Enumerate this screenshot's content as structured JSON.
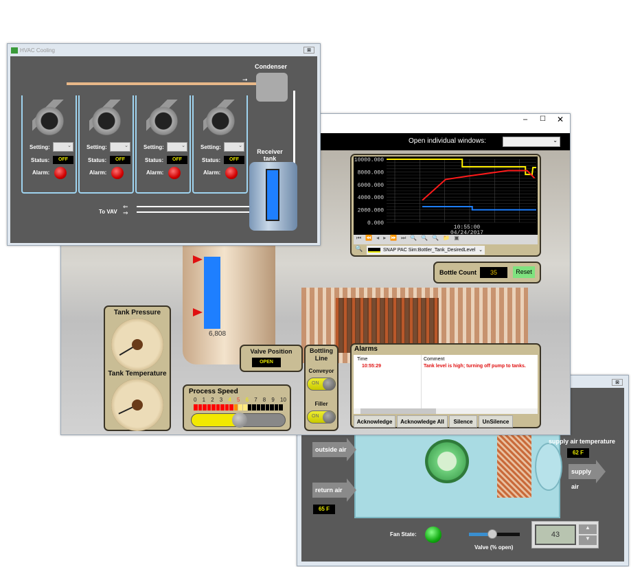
{
  "hvac_cooling": {
    "title": "HVAC Cooling",
    "condenser_label": "Condenser",
    "receiver_label": "Receiver tank",
    "to_vav_label": "To VAV",
    "compressors": [
      {
        "setting_label": "Setting:",
        "status_label": "Status:",
        "status": "OFF",
        "alarm_label": "Alarm:"
      },
      {
        "setting_label": "Setting:",
        "status_label": "Status:",
        "status": "OFF",
        "alarm_label": "Alarm:"
      },
      {
        "setting_label": "Setting:",
        "status_label": "Status:",
        "status": "OFF",
        "alarm_label": "Alarm:"
      },
      {
        "setting_label": "Setting:",
        "status_label": "Status:",
        "status": "OFF",
        "alarm_label": "Alarm:"
      }
    ],
    "receiver_level_fraction": 0.85
  },
  "bottling": {
    "open_windows_label": "Open individual windows:",
    "tank_value": "6,808",
    "tank_level_fraction": 0.85,
    "tank_pressure_label": "Tank Pressure",
    "tank_temperature_label": "Tank Temperature",
    "gauge_ticks": [
      "0",
      "10",
      "20",
      "30",
      "40",
      "50",
      "60",
      "70",
      "80",
      "90",
      "100"
    ],
    "tank_pressure_value": 22,
    "tank_temperature_value": 24,
    "valve_position_label": "Valve Position",
    "valve_position": "OPEN",
    "process_speed_label": "Process Speed",
    "process_speed_ticks": [
      "0",
      "1",
      "2",
      "3",
      "4",
      "5",
      "6",
      "7",
      "8",
      "9",
      "10"
    ],
    "process_speed_value": 5.5,
    "bottling_line_label": "Bottling Line",
    "conveyor_label": "Conveyor",
    "filler_label": "Filler",
    "toggle_on": "ON",
    "bottle_count_label": "Bottle Count",
    "bottle_count": "35",
    "reset_label": "Reset",
    "trend_pen": "SNAP PAC Sim:Bottler_Tank_DesiredLevel",
    "alarms": {
      "title": "Alarms",
      "columns": [
        "Time",
        "Comment"
      ],
      "rows": [
        {
          "time": "10:55:29",
          "comment": "Tank level is high; turning off pump to tanks."
        }
      ],
      "buttons": [
        "Acknowledge",
        "Acknowledge All",
        "Silence",
        "UnSilence"
      ]
    }
  },
  "chart_data": {
    "type": "line",
    "ylim": [
      0,
      10000
    ],
    "yticks": [
      "0.000",
      "2000.000",
      "4000.000",
      "6000.000",
      "8000.000",
      "10000.000"
    ],
    "xlim": [
      "10:53:30",
      "10:56:30"
    ],
    "xtick_label": [
      "10:55:00",
      "04/24/2017"
    ],
    "grid": true,
    "series": [
      {
        "color": "#ffee00",
        "points": [
          [
            "10:53:30",
            10000
          ],
          [
            "10:55:01",
            10000
          ],
          [
            "10:55:01",
            8800
          ],
          [
            "10:56:17",
            8800
          ],
          [
            "10:56:17",
            7600
          ],
          [
            "10:56:25",
            7600
          ],
          [
            "10:56:26",
            8700
          ],
          [
            "10:56:30",
            8700
          ]
        ]
      },
      {
        "color": "#ff1a1a",
        "points": [
          [
            "10:54:13",
            3500
          ],
          [
            "10:54:41",
            6800
          ],
          [
            "10:55:06",
            7300
          ],
          [
            "10:55:56",
            8200
          ],
          [
            "10:56:19",
            8200
          ],
          [
            "10:56:28",
            7000
          ]
        ]
      },
      {
        "color": "#1e7fff",
        "points": [
          [
            "10:54:13",
            2500
          ],
          [
            "10:55:13",
            2500
          ],
          [
            "10:55:13",
            2000
          ],
          [
            "10:56:30",
            2000
          ]
        ]
      }
    ]
  },
  "ahu": {
    "outside_air": "outside air",
    "return_air": "return air",
    "return_temp": "65 F",
    "supply_air_temp_label": "supply air temperature",
    "supply_temp": "62 F",
    "supply_air": "supply air",
    "fan_state_label": "Fan State:",
    "valve_label": "Valve (% open)",
    "valve_value": 43,
    "spinner_value": "43"
  },
  "colors": {
    "panel": "#c9bd95",
    "window_bg": "#5a5a5a",
    "status_text": "#e6e600",
    "alarm_red": "#d00000"
  }
}
